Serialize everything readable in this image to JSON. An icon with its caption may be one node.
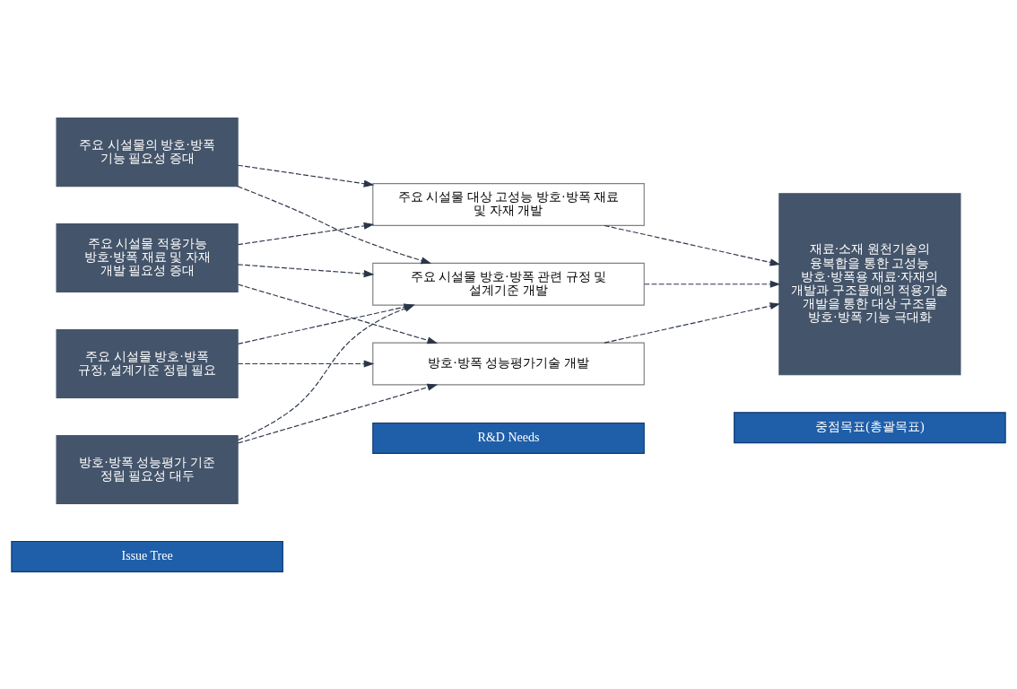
{
  "diagram": {
    "nodes": [
      {
        "text": [
          "Issue Tree"
        ]
      },
      {
        "text": [
          "R&D Needs"
        ]
      },
      {
        "text": [
          "중점목표(총괄목표)"
        ]
      },
      {
        "text": [
          "주요 시설물의 방호·방폭 기능 필요성 증대"
        ]
      },
      {
        "text": [
          "주요 시설물 방호·방폭 규정, 설계기준 정립 필요"
        ]
      },
      {
        "text": [
          "주요 시설물 적용가능 방호·방폭 재료 및 자재 개발 필요성 증대"
        ]
      },
      {
        "text": [
          "방호·방폭 성능평가 기준 정립 필요성 대두"
        ]
      },
      {
        "text": [
          "주요 시설물 방호·방폭 관련 규정 및 설계기준 개발"
        ]
      },
      {
        "text": [
          "주요 시설물 대상 고성능 방호·방폭 재료 및 자재 개발"
        ]
      },
      {
        "text": [
          "방호·방폭 성능평가기술 개발"
        ]
      },
      {
        "text": [
          "재료·소재 원천기술의 융복합을 통한 고성능 방호·방폭용 재료·자재의 개발과 구조물에의 적용기술 개발을 통한 대상 구조물 방호·방폭 기능 극대화"
        ]
      }
    ],
    "edges": [
      {
        "from": 3,
        "to": 7,
        "arrow": "to",
        "style": "dashed"
      },
      {
        "from": 3,
        "to": 8,
        "arrow": "to",
        "style": "dashed"
      },
      {
        "from": 4,
        "to": 7,
        "arrow": "to",
        "style": "dashed"
      },
      {
        "from": 4,
        "to": 9,
        "arrow": "to",
        "style": "dashed"
      },
      {
        "from": 5,
        "to": 7,
        "arrow": "to",
        "style": "dashed"
      },
      {
        "from": 5,
        "to": 8,
        "arrow": "to",
        "style": "dashed"
      },
      {
        "from": 5,
        "to": 9,
        "arrow": "to",
        "style": "dashed"
      },
      {
        "from": 6,
        "to": 7,
        "arrow": "to",
        "style": "dashed"
      },
      {
        "from": 6,
        "to": 9,
        "arrow": "to",
        "style": "dashed"
      },
      {
        "from": 7,
        "to": 10,
        "arrow": "to",
        "style": "dashed"
      },
      {
        "from": 8,
        "to": 10,
        "arrow": "to",
        "style": "dashed"
      },
      {
        "from": 9,
        "to": 10,
        "arrow": "to",
        "style": "dashed"
      }
    ]
  }
}
